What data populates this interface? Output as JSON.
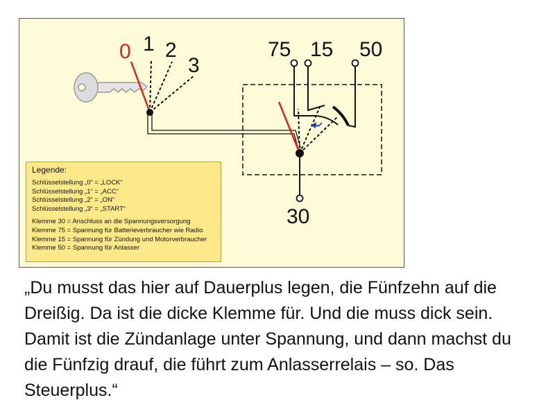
{
  "diagram": {
    "key_positions": [
      "0",
      "1",
      "2",
      "3"
    ],
    "terminals_top": [
      "75",
      "15",
      "50"
    ],
    "terminal_bottom": "30",
    "colors": {
      "panel_background": "#fdfbd8",
      "legend_background": "#fde98a",
      "lock_position": "#d7251b",
      "terminal_node": "#111111",
      "start_arrow": "#1f3fb8"
    },
    "icons": [
      "key-icon"
    ]
  },
  "legend": {
    "title": "Legende:",
    "positions": [
      "Schlüsselstellung „0“ = „LOCK“",
      "Schlüsselstellung „1“ = „ACC“",
      "Schlüsselstellung „2“ = „ON“",
      "Schlüsselstellung „3“ = „START“"
    ],
    "terminals": [
      "Klemme 30 = Anschluss an die Spannungsversorgung",
      "Klemme 75 = Spannung für Batterieverbraucher wie Radio",
      "Klemme 15 = Spannung für Zündung und Motorverbraucher",
      "Klemme 50 = Spannung für Anlasser"
    ]
  },
  "quote": "„Du musst das hier auf Dauerplus legen, die Fünfzehn auf die Dreißig. Da ist die dicke Klemme für. Und die muss dick sein. Damit ist die Zündanlage unter Spannung, und dann machst du die Fünfzig drauf, die führt zum Anlasserrelais – so. Das Steuerplus.“"
}
